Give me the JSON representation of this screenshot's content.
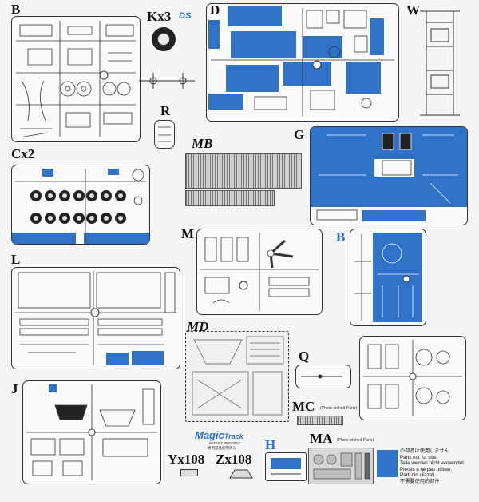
{
  "labels": {
    "B": "B",
    "K": "Kx3",
    "D": "D",
    "W": "W",
    "R": "R",
    "MB": "MB",
    "G": "G",
    "C": "Cx2",
    "M": "M",
    "Bblue": "B",
    "L": "L",
    "MD": "MD",
    "Q": "Q",
    "J": "J",
    "MC": "MC",
    "MC_sub": "(Photo-etched Parts)",
    "H": "H",
    "MA": "MA",
    "MA_sub": "(Photo-etched Parts)",
    "Y": "Yx108",
    "Z": "Zx108"
  },
  "logo": {
    "main": "Magic",
    "main2": "Track",
    "sub1": "PATENT PENDING",
    "sub2": "専用部品使用済み"
  },
  "legend": {
    "lines": [
      "の部品は使用しません",
      "Parts not for use.",
      "Teile werden nicht verwendet.",
      "Pieces a ne pas utiliser.",
      "Parti nin ulizzati.",
      "不需要使用的部件"
    ]
  },
  "colors": {
    "unused_blue": "#2f72c8",
    "line": "#333333"
  }
}
